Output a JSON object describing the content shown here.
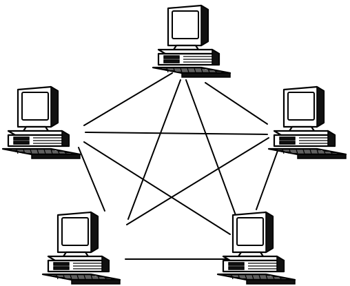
{
  "diagram": {
    "type": "full-mesh-network",
    "colors": {
      "line": "#000000",
      "background": "#ffffff"
    },
    "nodes": [
      {
        "id": "computer-top",
        "icon": "desktop-computer-icon"
      },
      {
        "id": "computer-upper-left",
        "icon": "desktop-computer-icon"
      },
      {
        "id": "computer-upper-right",
        "icon": "desktop-computer-icon"
      },
      {
        "id": "computer-lower-left",
        "icon": "desktop-computer-icon"
      },
      {
        "id": "computer-lower-right",
        "icon": "desktop-computer-icon"
      }
    ],
    "links": [
      [
        "computer-top",
        "computer-upper-left"
      ],
      [
        "computer-top",
        "computer-upper-right"
      ],
      [
        "computer-top",
        "computer-lower-left"
      ],
      [
        "computer-top",
        "computer-lower-right"
      ],
      [
        "computer-upper-left",
        "computer-upper-right"
      ],
      [
        "computer-upper-left",
        "computer-lower-left"
      ],
      [
        "computer-upper-left",
        "computer-lower-right"
      ],
      [
        "computer-upper-right",
        "computer-lower-left"
      ],
      [
        "computer-upper-right",
        "computer-lower-right"
      ],
      [
        "computer-lower-left",
        "computer-lower-right"
      ]
    ]
  }
}
